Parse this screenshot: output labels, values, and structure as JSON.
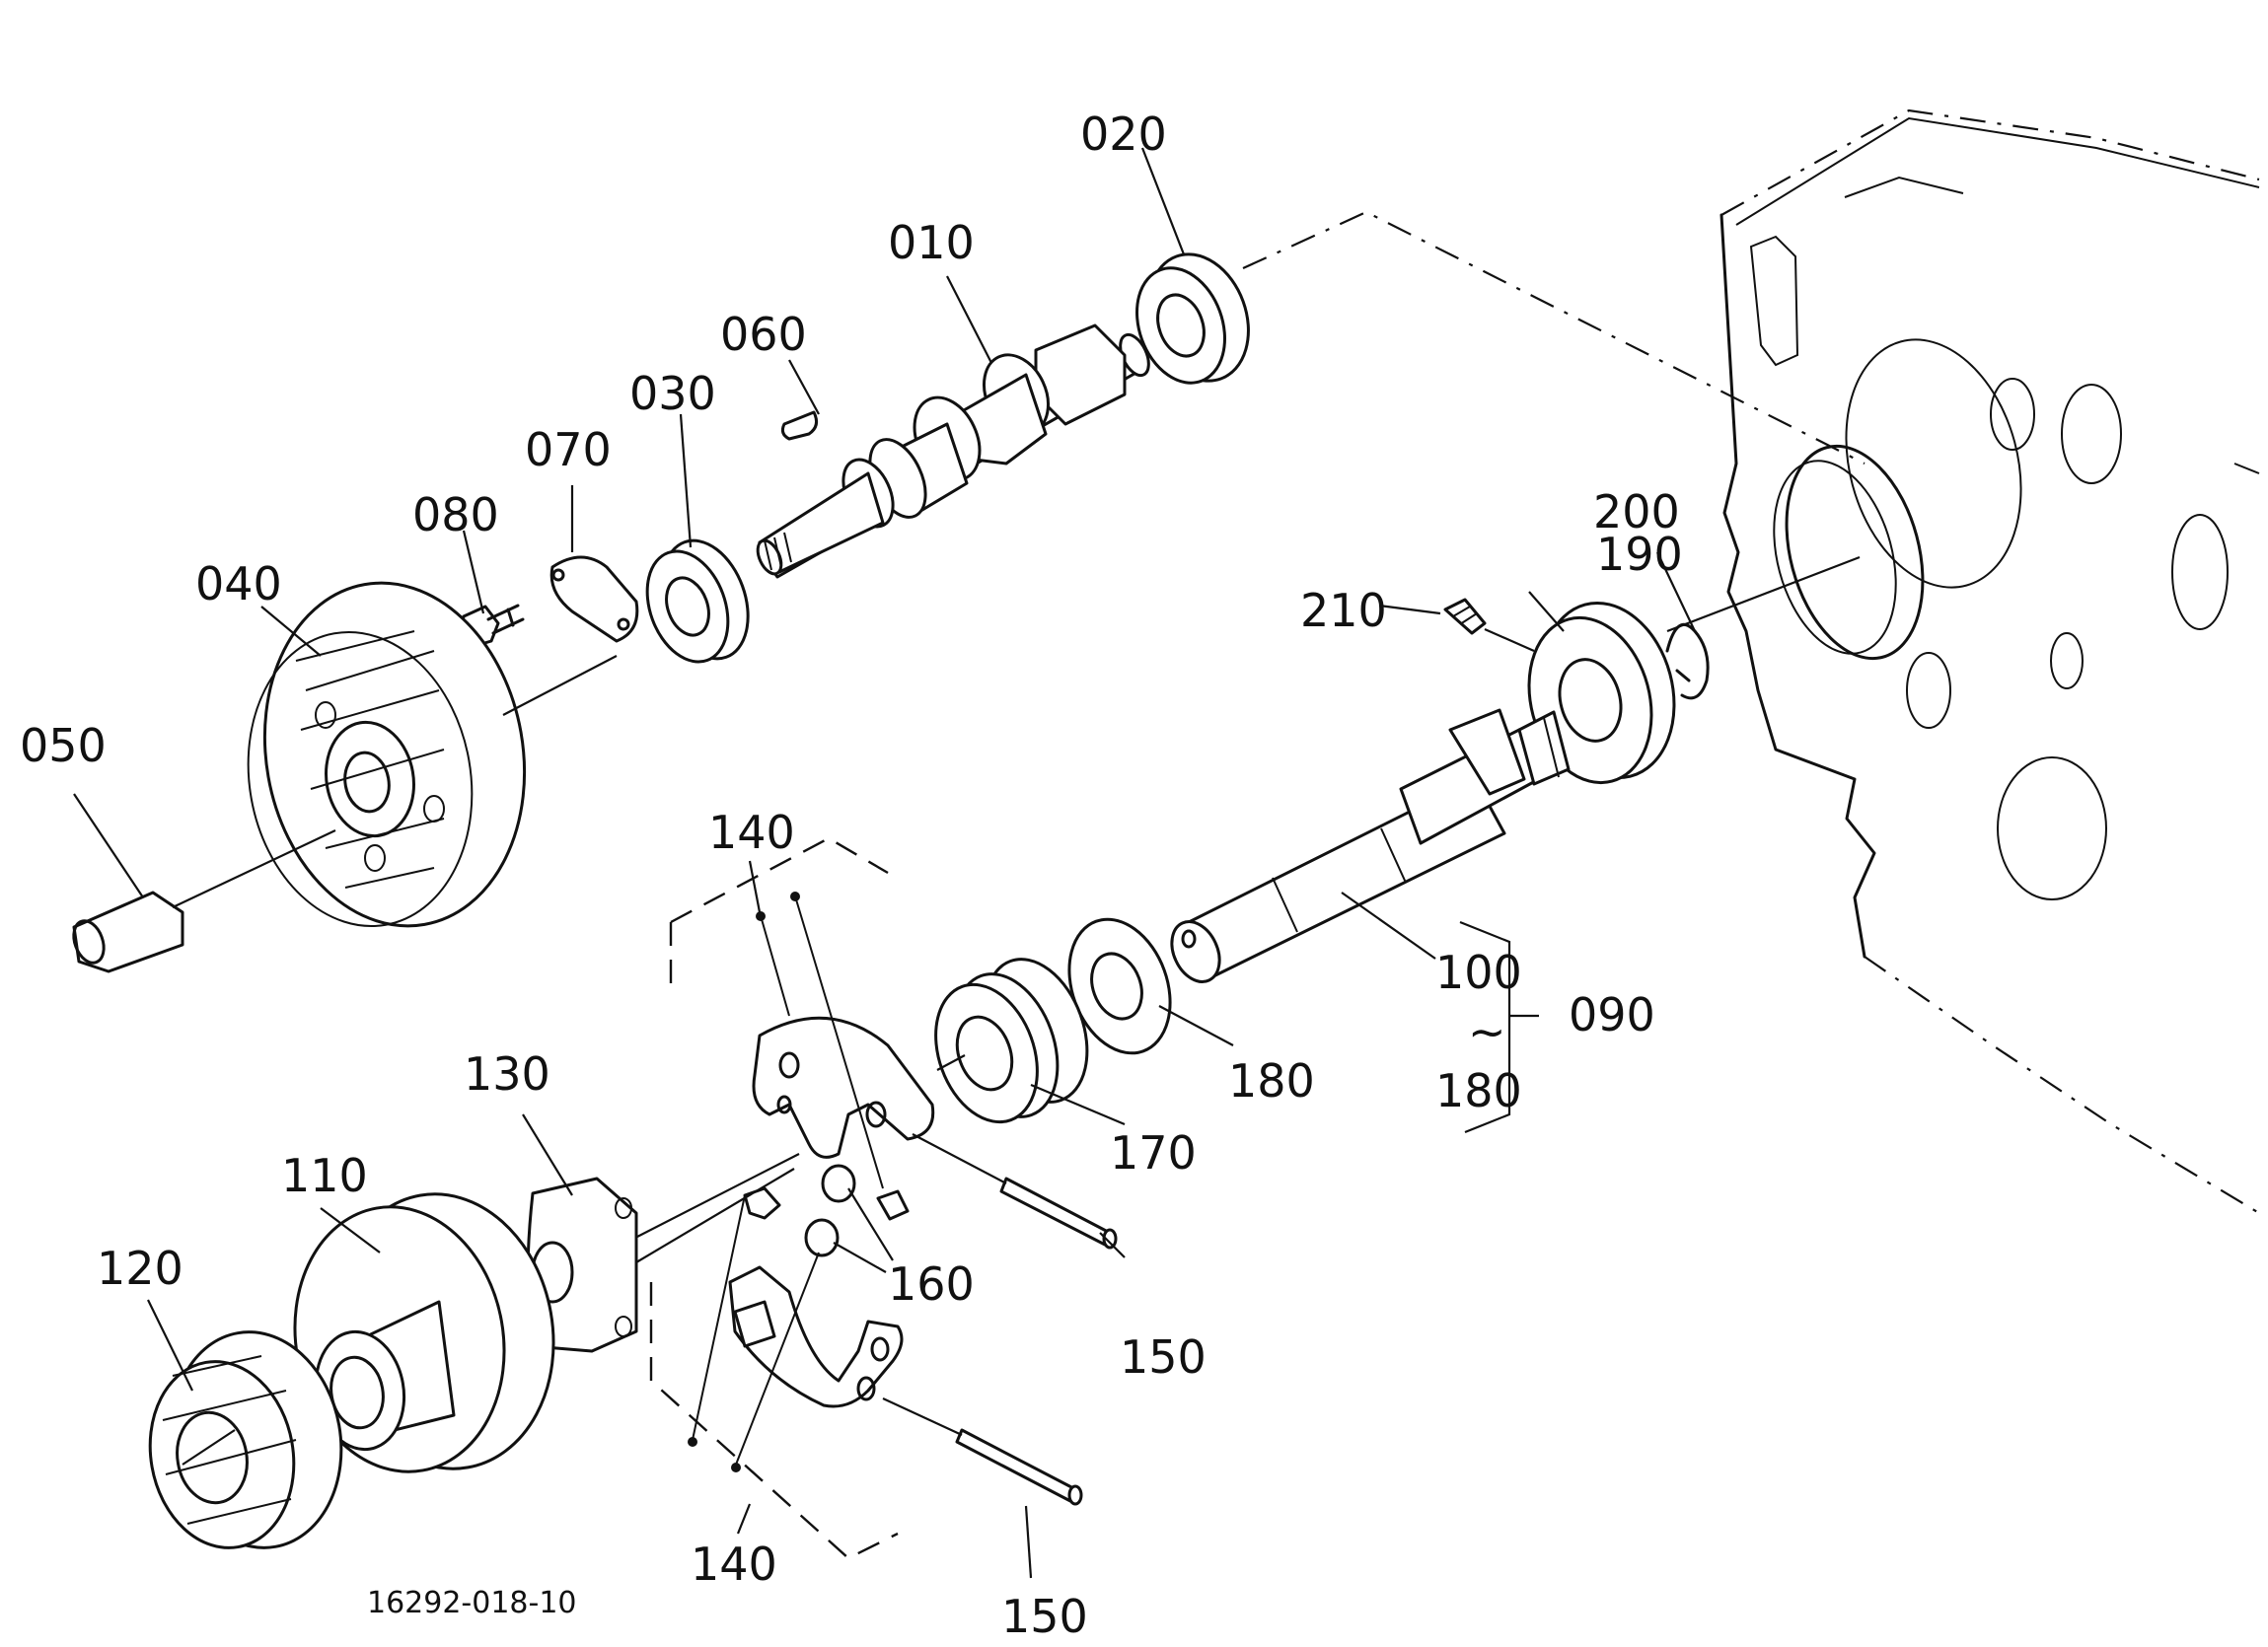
{
  "diagram": {
    "drawing_number": "16292-018-10",
    "labels": {
      "p010": "010",
      "p020": "020",
      "p030": "030",
      "p040": "040",
      "p050": "050",
      "p060": "060",
      "p070": "070",
      "p080": "080",
      "p090": "090",
      "p100": "100",
      "p110": "110",
      "p120": "120",
      "p130": "130",
      "p140_top": "140",
      "p140_bottom": "140",
      "p150_top": "150",
      "p150_bottom": "150",
      "p160": "160",
      "p170": "170",
      "p180_washer": "180",
      "p180_range": "180",
      "p190": "190",
      "p200": "200",
      "p210": "210",
      "range_tilde": "~"
    }
  }
}
